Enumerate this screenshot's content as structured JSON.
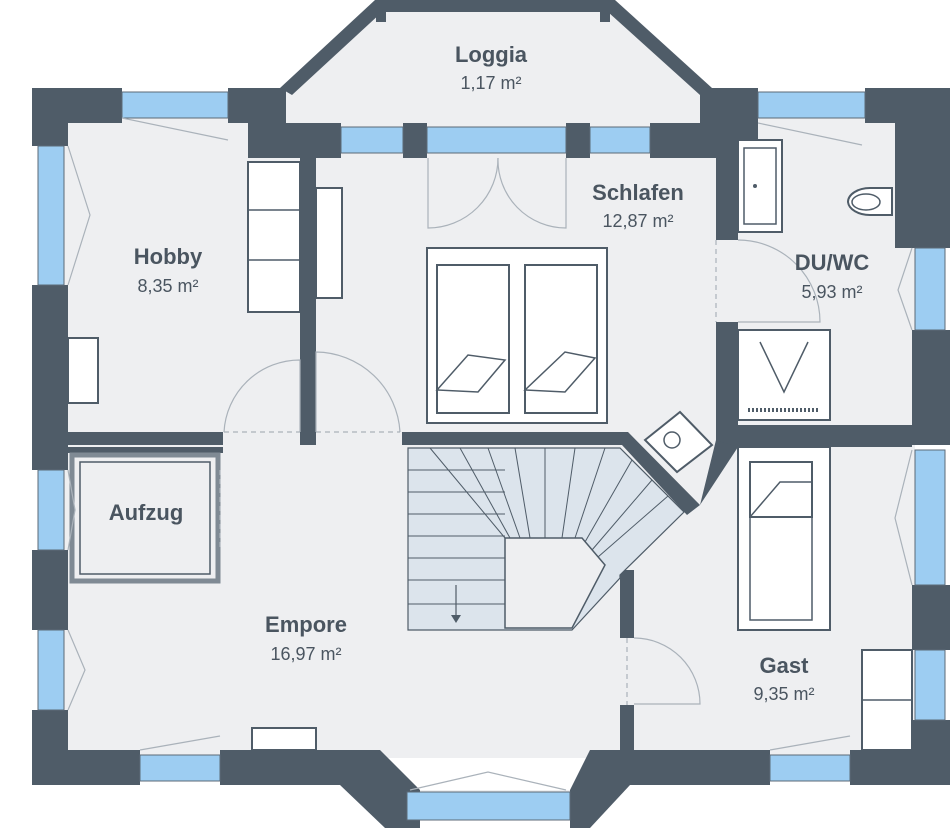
{
  "rooms": {
    "loggia": {
      "name": "Loggia",
      "area": "1,17 m²"
    },
    "schlafen": {
      "name": "Schlafen",
      "area": "12,87 m²"
    },
    "hobby": {
      "name": "Hobby",
      "area": "8,35 m²"
    },
    "du_wc": {
      "name": "DU/WC",
      "area": "5,93 m²"
    },
    "aufzug": {
      "name": "Aufzug"
    },
    "empore": {
      "name": "Empore",
      "area": "16,97 m²"
    },
    "gast": {
      "name": "Gast",
      "area": "9,35 m²"
    }
  },
  "colors": {
    "wall": "#4f5c68",
    "floor": "#eeeff1",
    "window": "#9dcdf2",
    "label": "#4a5560"
  }
}
